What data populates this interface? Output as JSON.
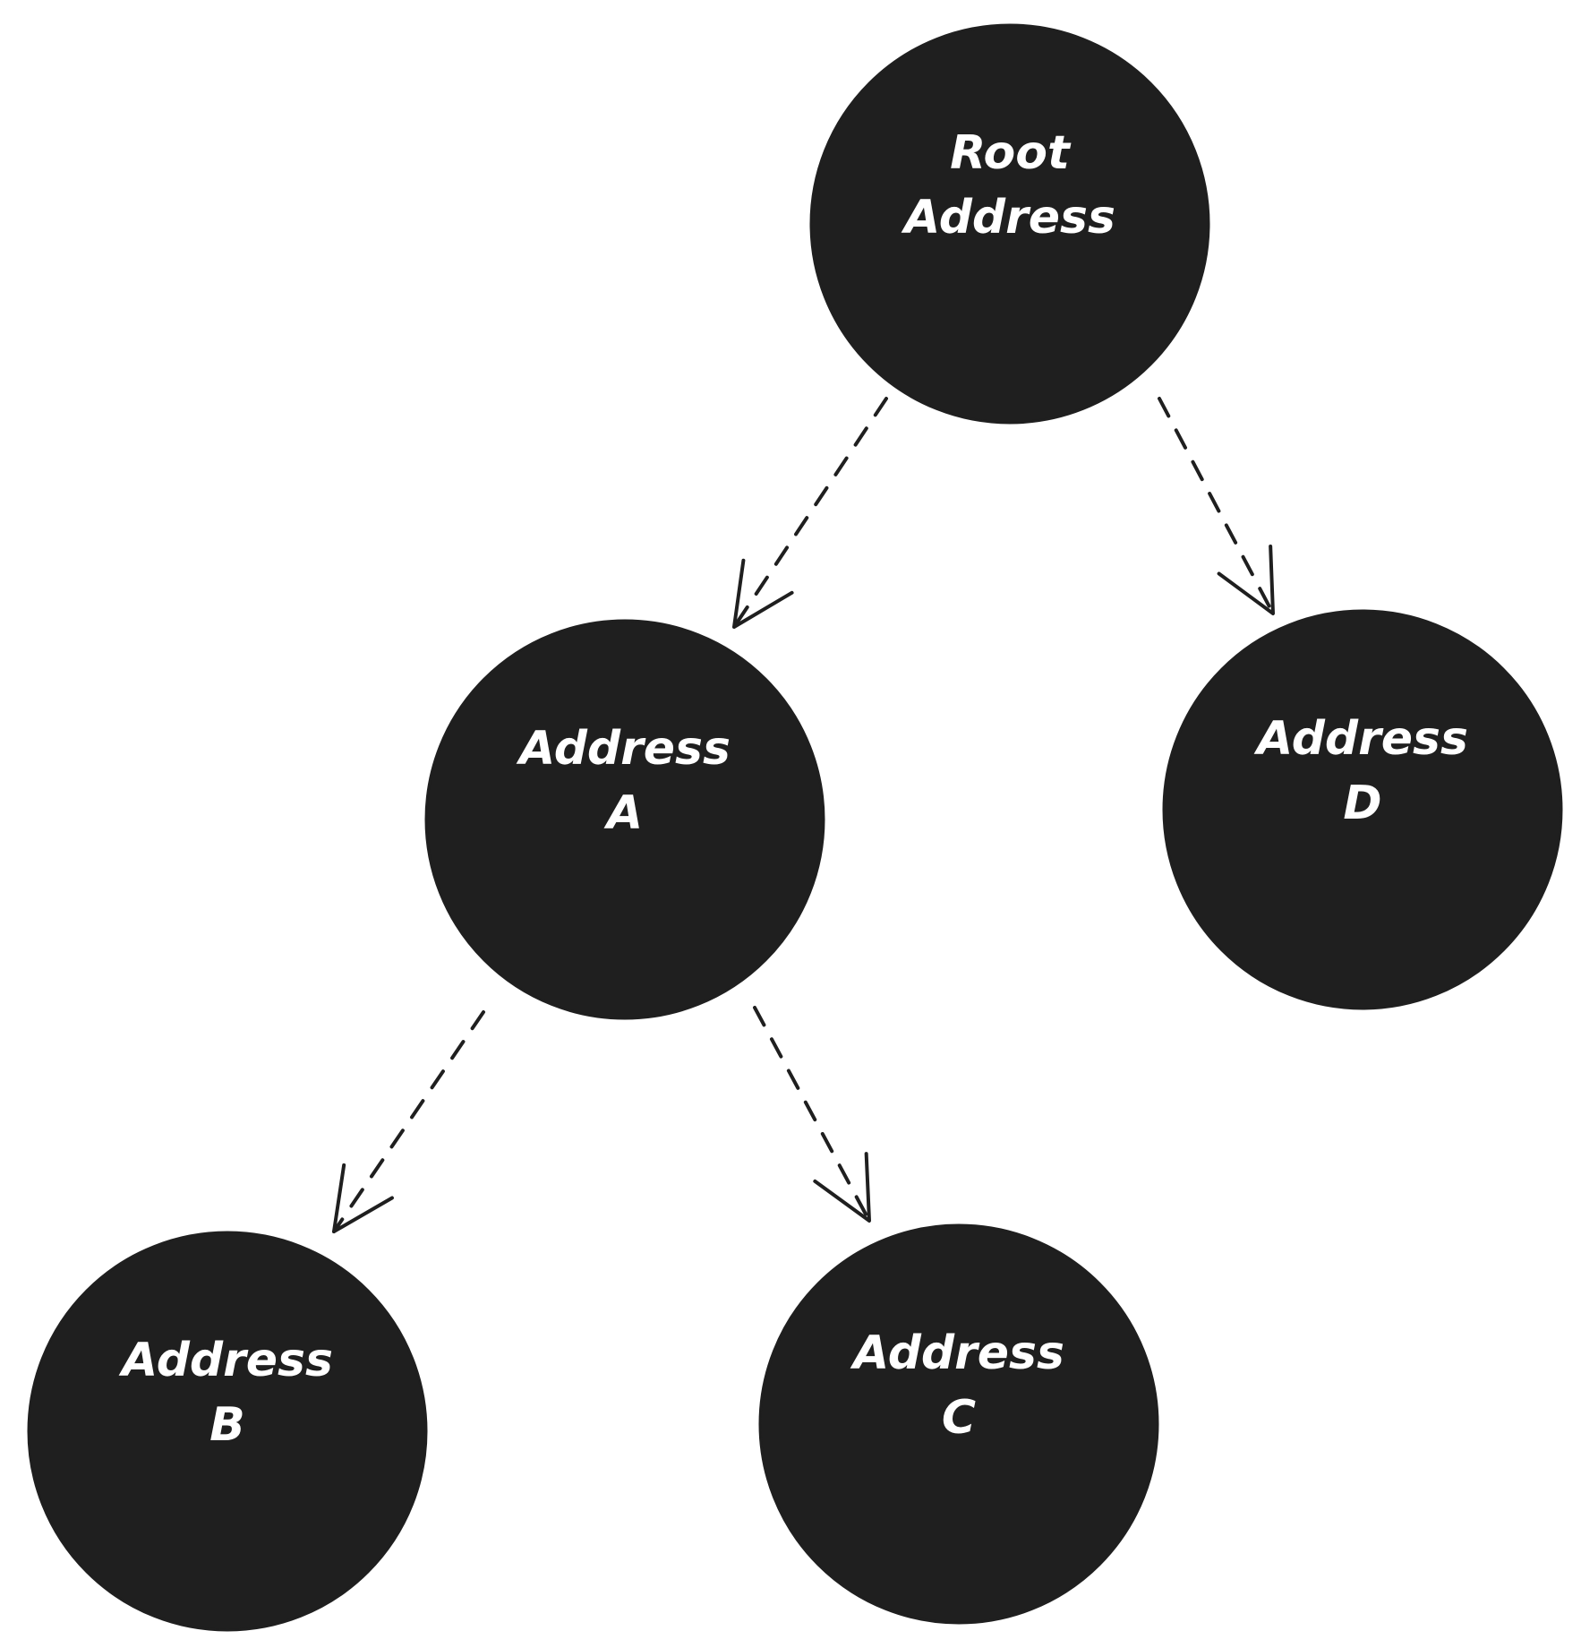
{
  "diagram": {
    "type": "tree",
    "nodes": [
      {
        "id": "root",
        "lines": [
          "Root",
          "Address"
        ]
      },
      {
        "id": "a",
        "lines": [
          "Address",
          "A"
        ]
      },
      {
        "id": "d",
        "lines": [
          "Address",
          "D"
        ]
      },
      {
        "id": "b",
        "lines": [
          "Address",
          "B"
        ]
      },
      {
        "id": "c",
        "lines": [
          "Address",
          "C"
        ]
      }
    ],
    "edges": [
      {
        "from": "root",
        "to": "a",
        "style": "dashed-arrow"
      },
      {
        "from": "root",
        "to": "d",
        "style": "dashed-arrow"
      },
      {
        "from": "a",
        "to": "b",
        "style": "dashed-arrow"
      },
      {
        "from": "a",
        "to": "c",
        "style": "dashed-arrow"
      }
    ],
    "colors": {
      "node_fill": "#1f1f1f",
      "node_text": "#ffffff",
      "edge": "#1f1f1f",
      "background": "#ffffff"
    }
  }
}
